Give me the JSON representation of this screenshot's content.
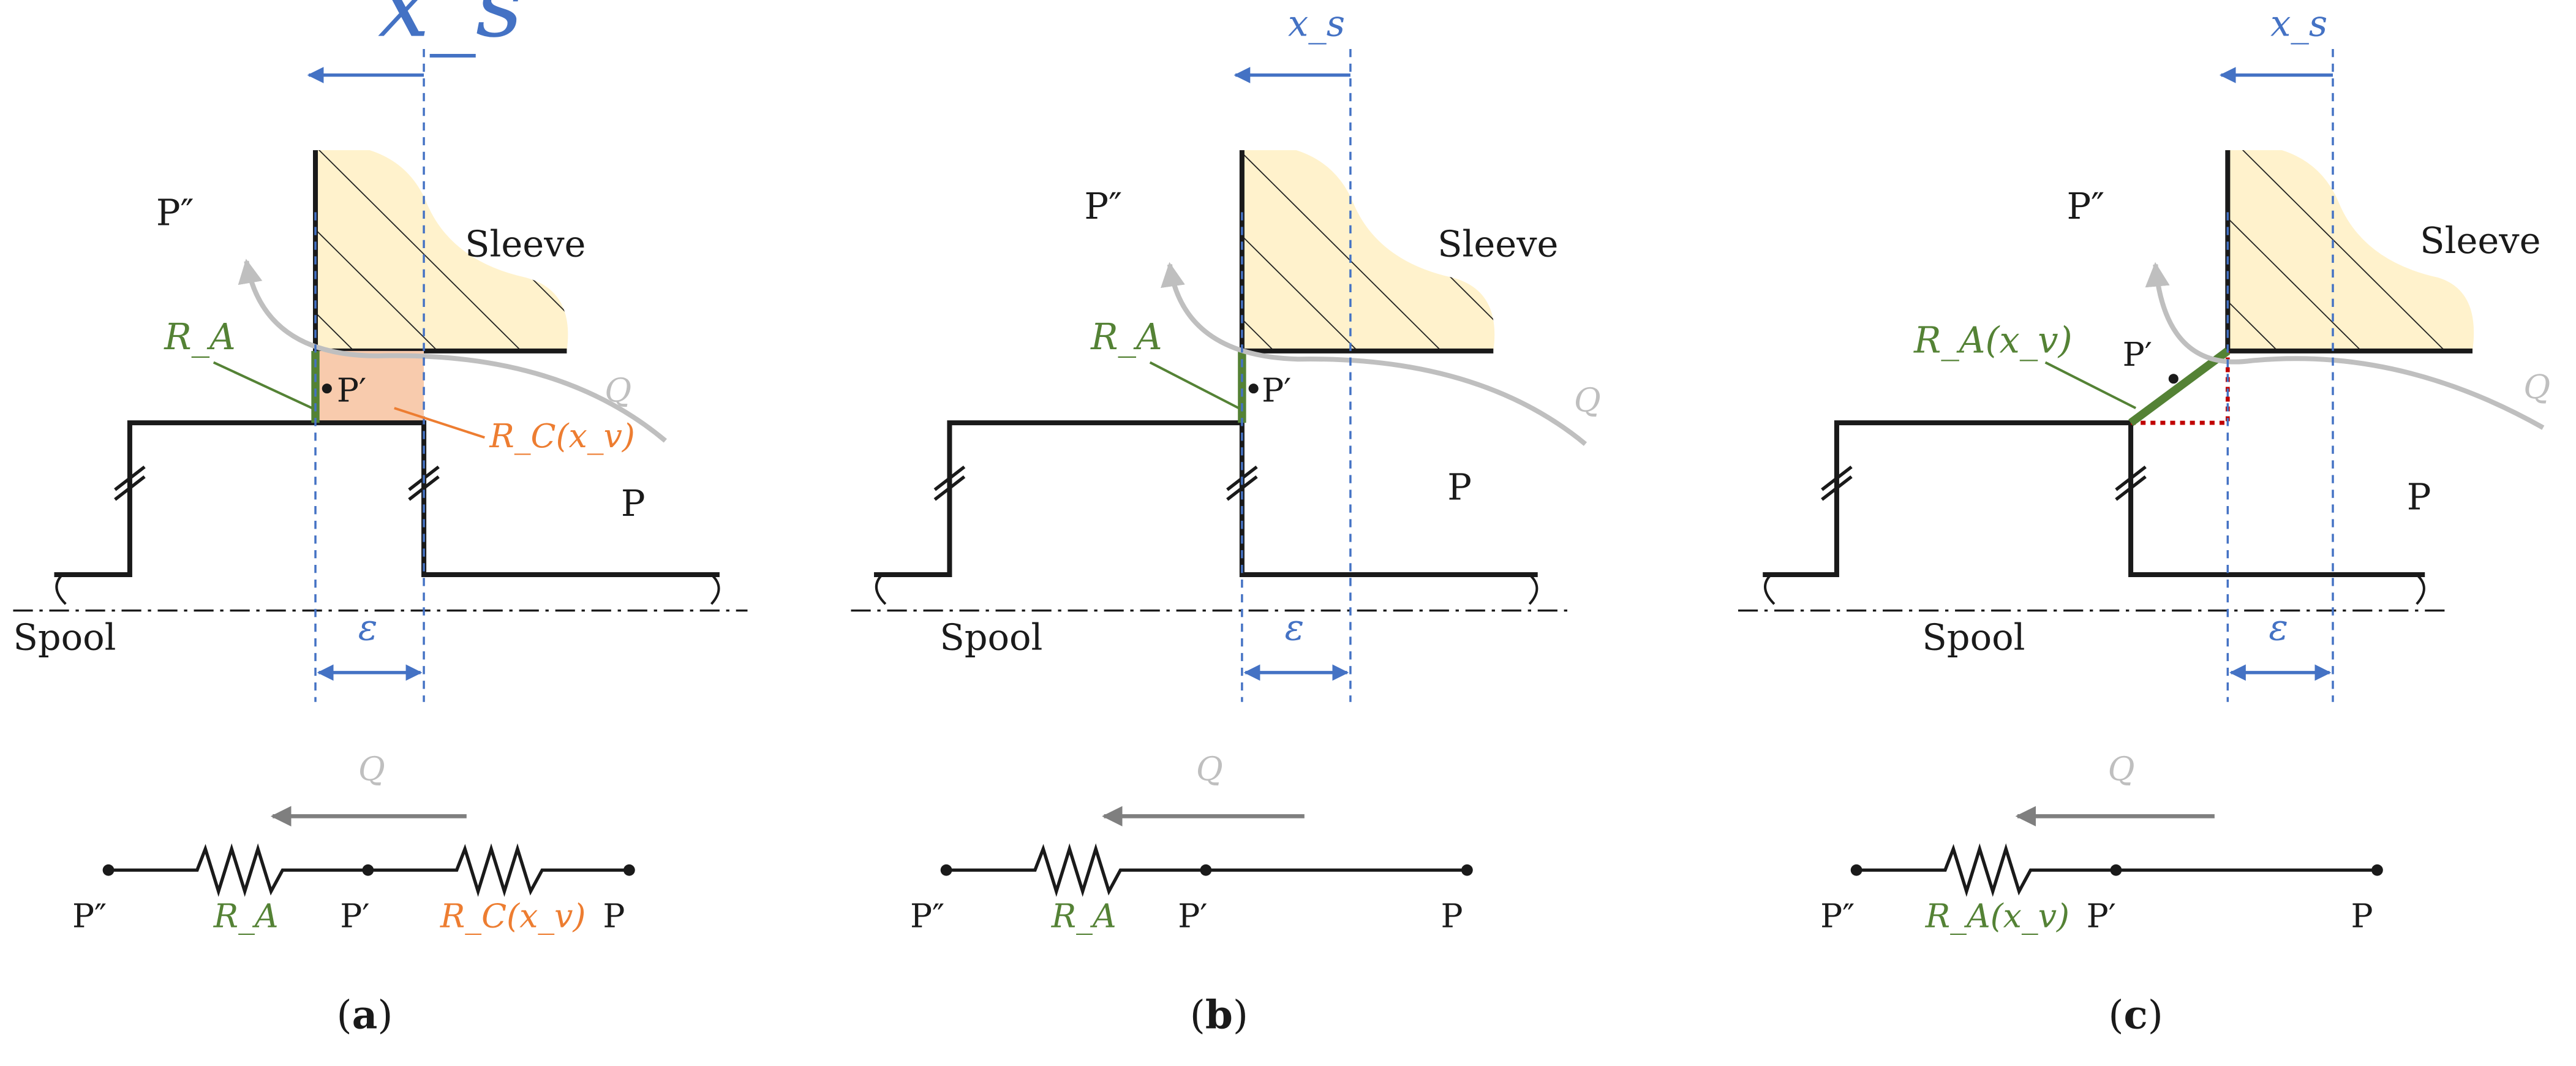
{
  "colors": {
    "black": "#1a1a1a",
    "blue": "#4472c4",
    "green": "#548235",
    "orange": "#ed7d31",
    "gray": "#bfbfbf",
    "dark_gray": "#7f7f7f",
    "sleeve_fill": "#fff2cc",
    "orifice_fill": "#f8cbad",
    "red_dotted": "#c00000"
  },
  "panels": [
    {
      "id": "a",
      "xs_label": "x_s",
      "eps_label": "ε",
      "p2_label": "P″",
      "p1_label": "P′",
      "p_label": "P",
      "sleeve_label": "Sleeve",
      "spool_label": "Spool",
      "q_label": "Q",
      "ra_label": "R_A",
      "rc_label": "R_C(x_v)",
      "circuit": {
        "q_label": "Q",
        "p2": "P″",
        "ra": "R_A",
        "p1": "P′",
        "rc": "R_C(x_v)",
        "p": "P"
      },
      "caption_open": "(",
      "caption_letter": "a",
      "caption_close": ")"
    },
    {
      "id": "b",
      "xs_label": "x_s",
      "eps_label": "ε",
      "p2_label": "P″",
      "p1_label": "P′",
      "p_label": "P",
      "sleeve_label": "Sleeve",
      "spool_label": "Spool",
      "q_label": "Q",
      "ra_label": "R_A",
      "circuit": {
        "q_label": "Q",
        "p2": "P″",
        "ra": "R_A",
        "p1": "P′",
        "p": "P"
      },
      "caption_open": "(",
      "caption_letter": "b",
      "caption_close": ")"
    },
    {
      "id": "c",
      "xs_label": "x_s",
      "eps_label": "ε",
      "p2_label": "P″",
      "p1_label": "P′",
      "p_label": "P",
      "sleeve_label": "Sleeve",
      "spool_label": "Spool",
      "q_label": "Q",
      "ra_label": "R_A(x_v)",
      "circuit": {
        "q_label": "Q",
        "p2": "P″",
        "ra": "R_A(x_v)",
        "p1": "P′",
        "p": "P"
      },
      "caption_open": "(",
      "caption_letter": "c",
      "caption_close": ")"
    }
  ]
}
